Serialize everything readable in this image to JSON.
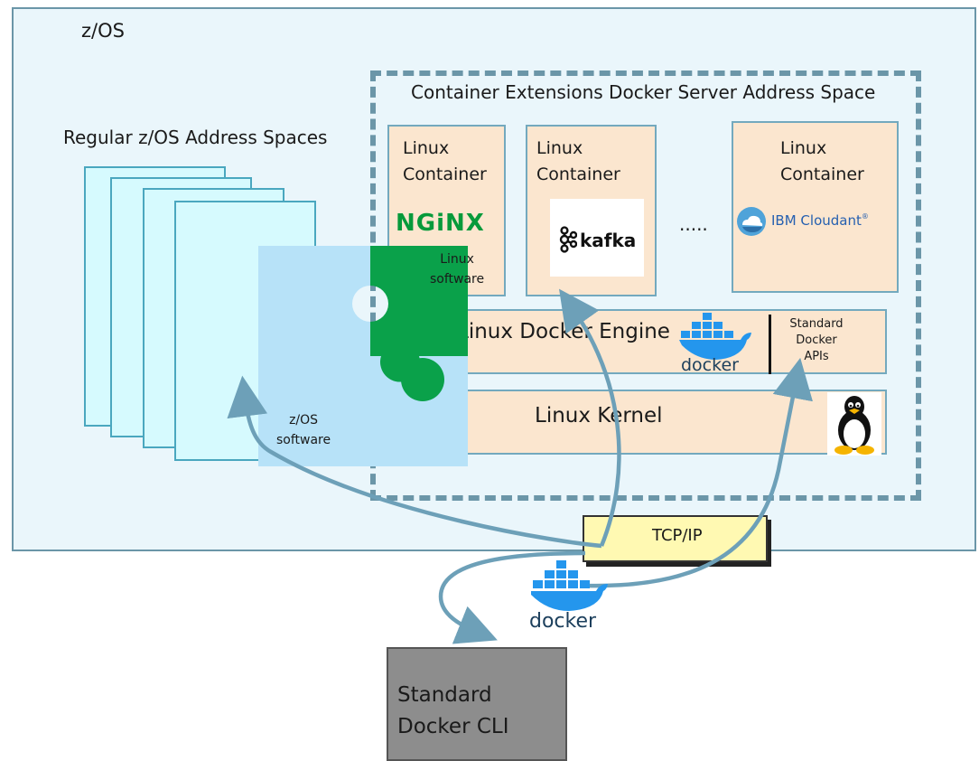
{
  "zos": {
    "title": "z/OS"
  },
  "regular_spaces": {
    "title": "Regular z/OS Address Spaces"
  },
  "docker_server": {
    "title": "Container Extensions Docker Server Address Space"
  },
  "containers": [
    {
      "line1": "Linux",
      "line2": "Container",
      "logo": "NGiNX"
    },
    {
      "line1": "Linux",
      "line2": "Container",
      "logo": "kafka"
    },
    {
      "line1": "Linux",
      "line2": "Container",
      "logo": "IBM Cloudant"
    }
  ],
  "ellipsis": ".....",
  "engine": {
    "label": "Linux Docker Engine",
    "docker_logo": "docker"
  },
  "apis": {
    "line1": "Standard",
    "line2": "Docker",
    "line3": "APIs"
  },
  "kernel": {
    "label": "Linux Kernel"
  },
  "puzzle": {
    "linux_line1": "Linux",
    "linux_line2": "software",
    "zos_line1": "z/OS",
    "zos_line2": "software"
  },
  "tcpip": {
    "label": "TCP/IP"
  },
  "bottom_docker": {
    "label": "docker"
  },
  "cli": {
    "line1": "Standard",
    "line2": "Docker CLI"
  },
  "icons": [
    "docker-whale-icon",
    "tux-penguin-icon",
    "kafka-icon",
    "cloudant-icon",
    "nginx-logo"
  ],
  "colors": {
    "zos_bg": "#eaf6fb",
    "container_bg": "#fbe6cf",
    "arrow": "#6da0b8",
    "puzzle_green": "#0aa14a",
    "puzzle_blue": "#b7e2f8",
    "docker_blue": "#2496ed"
  }
}
